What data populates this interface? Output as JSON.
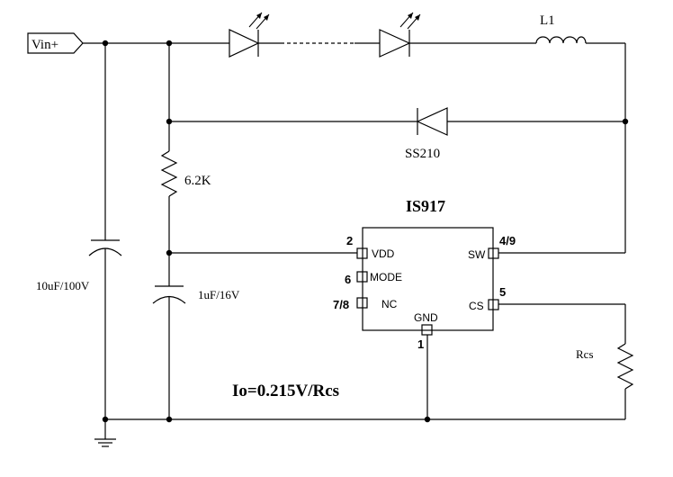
{
  "supply": {
    "label": "Vin+"
  },
  "inductor": {
    "label": "L1"
  },
  "diode": {
    "label": "SS210"
  },
  "resistor_top": {
    "label": "6.2K"
  },
  "cap_input": {
    "label": "10uF/100V"
  },
  "cap_vdd": {
    "label": "1uF/16V"
  },
  "sense_resistor": {
    "label": "Rcs"
  },
  "formula": {
    "text": "Io=0.215V/Rcs"
  },
  "ic": {
    "name": "IS917",
    "pins": [
      {
        "number": "2",
        "label": "VDD"
      },
      {
        "number": "6",
        "label": "MODE"
      },
      {
        "number": "7/8",
        "label": "NC"
      },
      {
        "number": "1",
        "label": "GND"
      },
      {
        "number": "4/9",
        "label": "SW"
      },
      {
        "number": "5",
        "label": "CS"
      }
    ]
  }
}
